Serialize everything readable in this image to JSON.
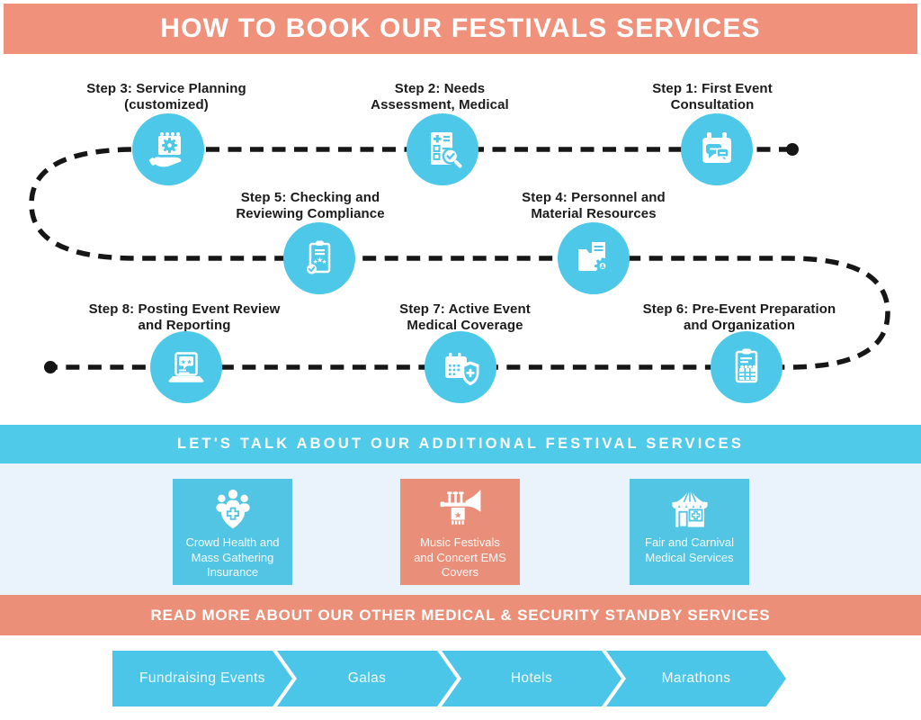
{
  "header": {
    "title": "HOW TO BOOK OUR FESTIVALS SERVICES"
  },
  "palette": {
    "salmon": "#F0917C",
    "salmon_banner": "#EC8F79",
    "salmon_card": "#E98F79",
    "cyan_circle": "#4DC8E8",
    "cyan_banner": "#4FCBE9",
    "cyan_card": "#52C5E5",
    "cyan_arrow": "#4CC6E8",
    "light_section": "#EAF2FC",
    "path_black": "#161616",
    "text_dark": "#1B1B1B"
  },
  "flow": {
    "steps": [
      {
        "line1": "Step 1: First Event",
        "line2": "Consultation",
        "icon": "calendar-chat-icon"
      },
      {
        "line1": "Step 2: Needs",
        "line2": "Assessment, Medical",
        "icon": "checklist-magnifier-icon"
      },
      {
        "line1": "Step 3: Service Planning",
        "line2": "(customized)",
        "icon": "hand-calendar-gear-icon"
      },
      {
        "line1": "Step 4: Personnel and",
        "line2": "Material Resources",
        "icon": "folder-gear-icon"
      },
      {
        "line1": "Step 5: Checking and",
        "line2": "Reviewing Compliance",
        "icon": "clipboard-stars-check-icon"
      },
      {
        "line1": "Step 6: Pre-Event Preparation",
        "line2": "and Organization",
        "icon": "clipboard-calendar-icon"
      },
      {
        "line1": "Step 7: Active Event",
        "line2": "Medical Coverage",
        "icon": "calendar-shield-icon"
      },
      {
        "line1": "Step 8: Posting Event Review",
        "line2": "and Reporting",
        "icon": "laptop-review-icon"
      }
    ]
  },
  "services": {
    "banner": "LET'S TALK ABOUT OUR ADDITIONAL FESTIVAL SERVICES",
    "cards": [
      {
        "lines": [
          "Crowd Health and",
          "Mass Gathering",
          "Insurance"
        ],
        "icon": "crowd-health-icon",
        "color": "blue"
      },
      {
        "lines": [
          "Music Festivals",
          "and Concert EMS",
          "Covers"
        ],
        "icon": "trumpet-banner-icon",
        "color": "salmon"
      },
      {
        "lines": [
          "Fair and Carnival",
          "Medical Services"
        ],
        "icon": "carnival-tent-icon",
        "color": "blue"
      }
    ]
  },
  "readmore": {
    "banner": "READ MORE ABOUT OUR OTHER MEDICAL & SECURITY STANDBY SERVICES"
  },
  "arrows": {
    "items": [
      {
        "label": "Fundraising Events"
      },
      {
        "label": "Galas"
      },
      {
        "label": "Hotels"
      },
      {
        "label": "Marathons"
      }
    ]
  }
}
